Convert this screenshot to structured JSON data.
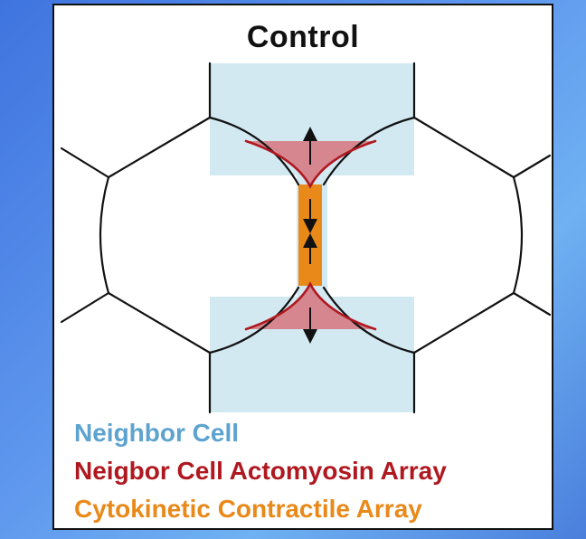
{
  "title": "Control",
  "legend": {
    "neighbor_cell": "Neighbor Cell",
    "actomyosin_array": "Neigbor Cell Actomyosin Array",
    "contractile_array": "Cytokinetic Contractile Array"
  },
  "colors": {
    "neighbor_cell": "#5da3cf",
    "neighbor_fill": "#d3e9f2",
    "actomyosin_array": "#b01820",
    "actomyosin_fill": "#d6868e",
    "contractile_array": "#e8891a",
    "outline": "#111111"
  }
}
